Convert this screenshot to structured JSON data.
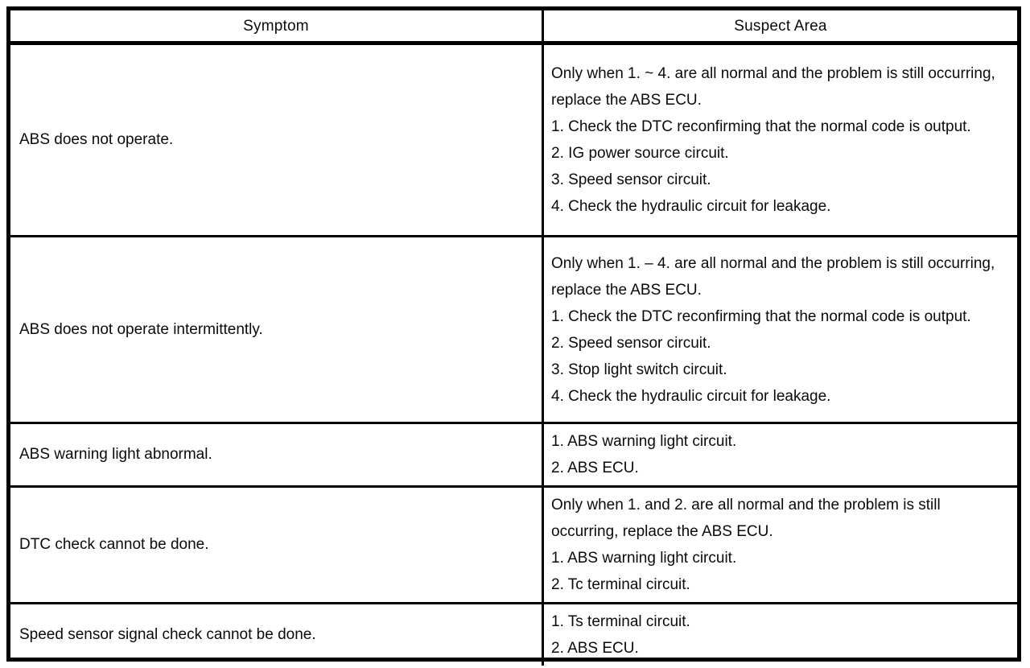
{
  "table": {
    "headers": {
      "symptom": "Symptom",
      "suspect_area": "Suspect Area"
    },
    "rows": [
      {
        "symptom": "ABS does not operate.",
        "suspect_lines": [
          "Only when 1. ~ 4. are all normal and the problem is still occurring, replace the ABS ECU.",
          "1. Check the DTC reconfirming that the normal code is output.",
          "2. IG power source circuit.",
          "3. Speed sensor circuit.",
          "4. Check the hydraulic circuit for leakage."
        ]
      },
      {
        "symptom": "ABS does not operate intermittently.",
        "suspect_lines": [
          "Only when 1. – 4. are all normal and the problem is still occurring, replace the ABS ECU.",
          "1. Check the DTC reconfirming that the normal code is output.",
          "2. Speed sensor circuit.",
          "3. Stop light switch circuit.",
          "4. Check the hydraulic circuit for leakage."
        ]
      },
      {
        "symptom": "ABS warning light abnormal.",
        "suspect_lines": [
          "1. ABS warning light circuit.",
          "2. ABS ECU."
        ]
      },
      {
        "symptom": "DTC check cannot be done.",
        "suspect_lines": [
          "Only when 1. and 2. are all normal and the problem is still occurring, replace the ABS ECU.",
          "1. ABS warning light circuit.",
          "2. Tc terminal circuit."
        ]
      },
      {
        "symptom": "Speed sensor signal check cannot be done.",
        "suspect_lines": [
          "1. Ts terminal circuit.",
          "2. ABS ECU."
        ]
      }
    ]
  },
  "colors": {
    "border": "#000000",
    "text": "#0a0a0a",
    "background": "#ffffff"
  }
}
